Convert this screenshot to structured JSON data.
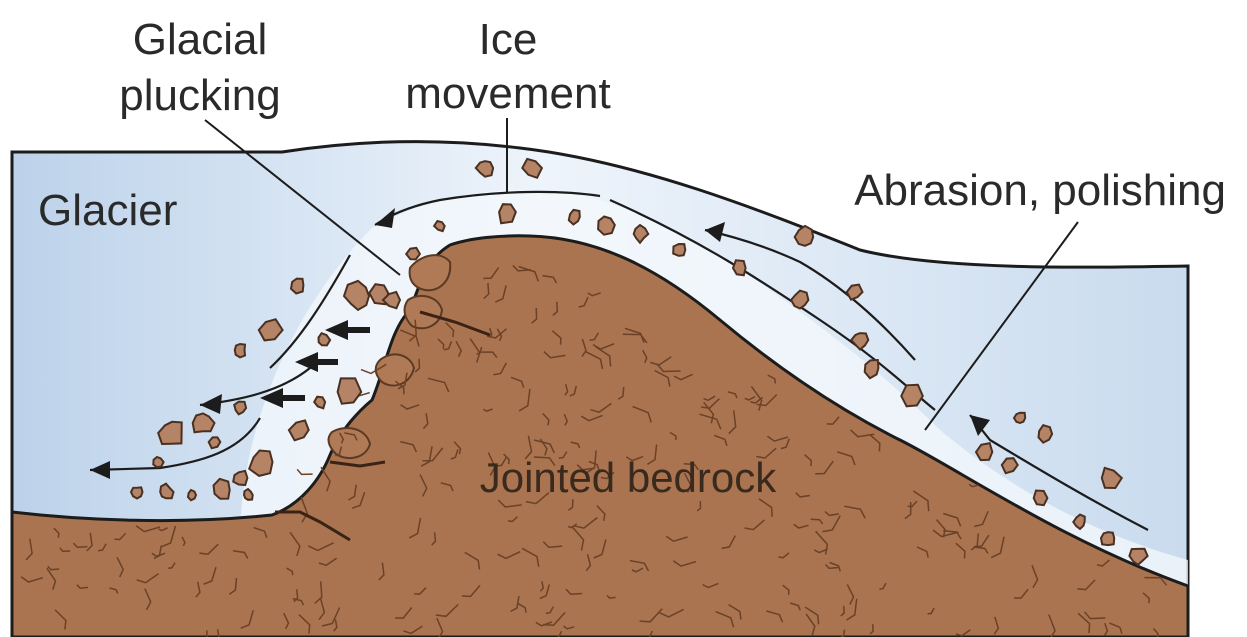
{
  "labels": {
    "glacial_plucking_line1": "Glacial",
    "glacial_plucking_line2": "plucking",
    "ice_movement_line1": "Ice",
    "ice_movement_line2": "movement",
    "abrasion": "Abrasion, polishing",
    "glacier": "Glacier",
    "bedrock": "Jointed bedrock"
  },
  "colors": {
    "ice_light": "#eef4fb",
    "ice_dark": "#b9cfe6",
    "bedrock": "#a9744f",
    "bedrock_dark": "#8a5a3a",
    "rock_fill": "#b58466",
    "outline": "#1c1c1c"
  }
}
